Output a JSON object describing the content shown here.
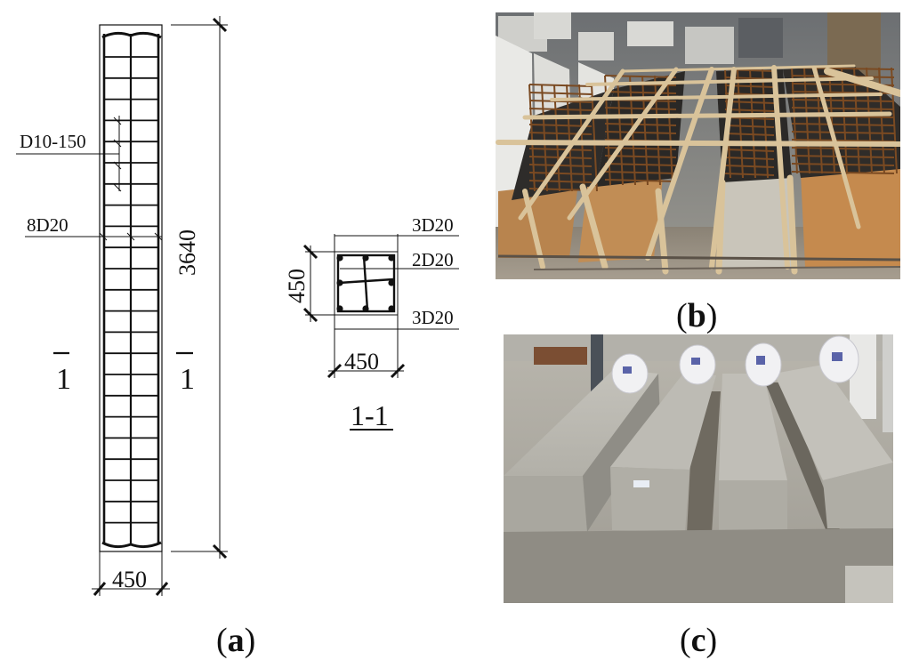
{
  "panel_a": {
    "label_letter": "a",
    "stirrup_label": "D10-150",
    "long_bar_label": "8D20",
    "height_dim": "3640",
    "width_dim": "450",
    "section_mark_left": "1",
    "section_mark_right": "1"
  },
  "section": {
    "top_bars": "3D20",
    "middle_bars": "2D20",
    "bottom_bars": "3D20",
    "depth_dim": "450",
    "width_dim": "450",
    "title": "1-1"
  },
  "panel_b": {
    "label_letter": "b"
  },
  "panel_c": {
    "label_letter": "c"
  }
}
